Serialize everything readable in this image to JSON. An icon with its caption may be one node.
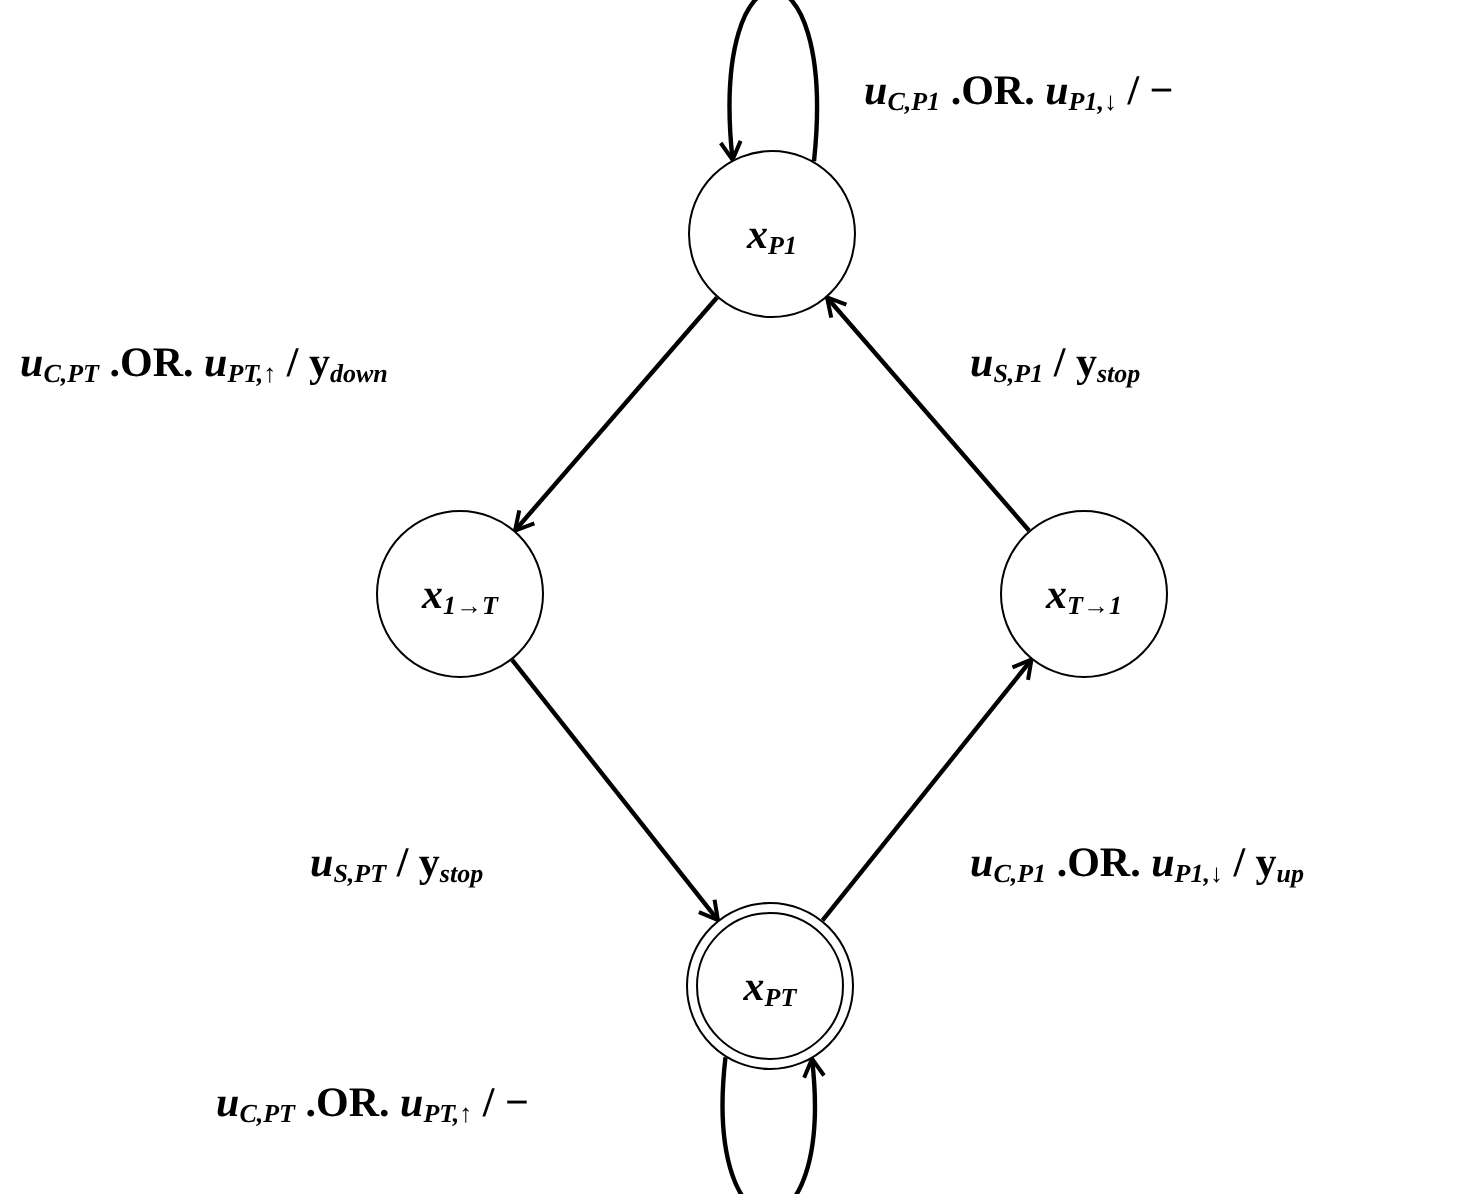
{
  "diagram": {
    "nodes": [
      {
        "text": [
          "*x*$_{P1}$"
        ]
      },
      {
        "text": [
          "*x*$_{1→T}$"
        ]
      },
      {
        "text": [
          "*x*$_{T→1}$"
        ]
      },
      {
        "text": [
          "*x*$_{PT}$"
        ]
      }
    ],
    "edges": [
      {
        "from": 0,
        "to": 0,
        "arrow": "to",
        "label": "*u*$_{C,P1}$ .OR. *u*$_{P1,↓}$ / −"
      },
      {
        "from": 0,
        "to": 1,
        "arrow": "to",
        "label": "*u*$_{C,PT}$ .OR. *u*$_{PT,↑}$ / y$_{down}$"
      },
      {
        "from": 2,
        "to": 0,
        "arrow": "to",
        "label": "*u*$_{S,P1}$ / y$_{stop}$"
      },
      {
        "from": 1,
        "to": 3,
        "arrow": "to",
        "label": "*u*$_{S,PT}$ / y$_{stop}$"
      },
      {
        "from": 3,
        "to": 2,
        "arrow": "to",
        "label": "*u*$_{C,P1}$ .OR. *u*$_{P1,↓}$ / y$_{up}$"
      },
      {
        "from": 3,
        "to": 3,
        "arrow": "to",
        "label": "*u*$_{C,PT}$ .OR. *u*$_{PT,↑}$ / −"
      }
    ]
  }
}
